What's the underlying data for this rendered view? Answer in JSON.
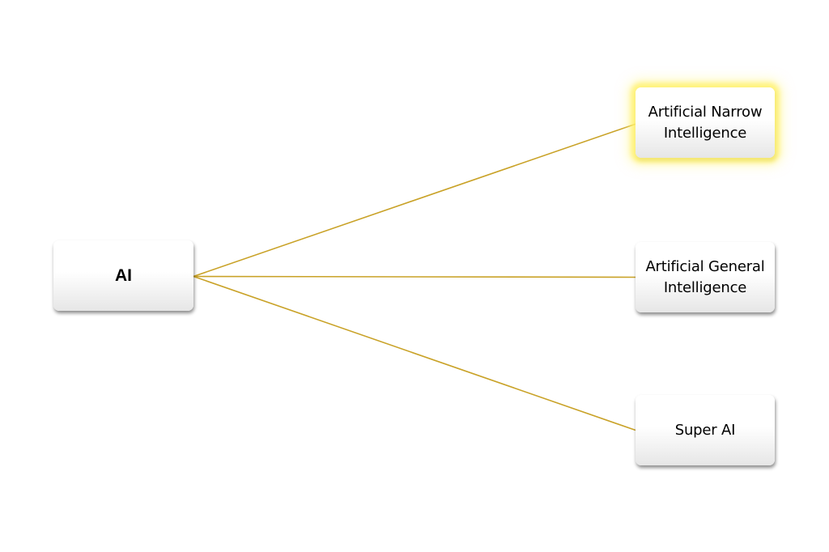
{
  "diagram": {
    "type": "tree",
    "connector_color": "#C9A227",
    "highlight_color": "#FFF27A",
    "root": {
      "id": "ai",
      "label": "AI"
    },
    "children": [
      {
        "id": "ani",
        "label": "Artificial Narrow Intelligence",
        "highlighted": true
      },
      {
        "id": "agi",
        "label": "Artificial General Intelligence",
        "highlighted": false
      },
      {
        "id": "sai",
        "label": "Super AI",
        "highlighted": false
      }
    ],
    "edges": [
      {
        "from": "ai",
        "to": "ani"
      },
      {
        "from": "ai",
        "to": "agi"
      },
      {
        "from": "ai",
        "to": "sai"
      }
    ]
  }
}
